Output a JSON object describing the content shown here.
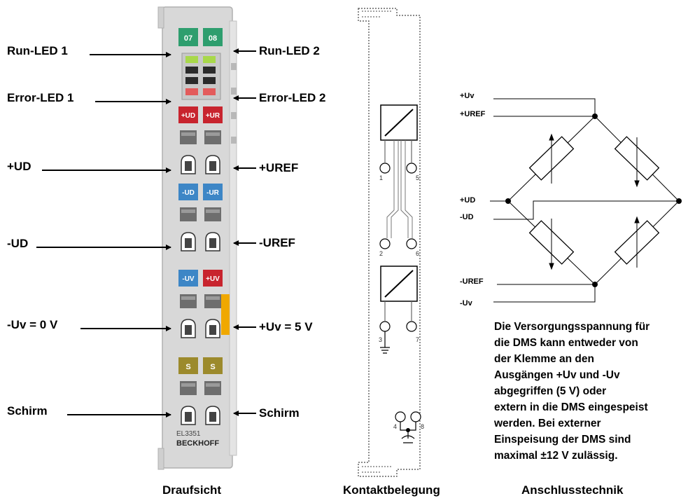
{
  "labels_left": [
    "Run-LED 1",
    "Error-LED 1",
    "+UD",
    "-UD",
    "-Uv = 0 V",
    "Schirm"
  ],
  "labels_right": [
    "Run-LED 2",
    "Error-LED 2",
    "+UREF",
    "-UREF",
    "+Uv = 5 V",
    "Schirm"
  ],
  "terminal": {
    "led_numbers": [
      "07",
      "08"
    ],
    "row1": [
      "+UD",
      "+UR"
    ],
    "row2": [
      "-UD",
      "-UR"
    ],
    "row3": [
      "-UV",
      "+UV"
    ],
    "row4": [
      "S",
      "S"
    ],
    "model": "EL3351",
    "brand": "BECKHOFF"
  },
  "contacts": {
    "pins": [
      "1",
      "5",
      "2",
      "6",
      "3",
      "7",
      "4",
      "8"
    ]
  },
  "bridge_labels": [
    "+Uv",
    "+UREF",
    "+UD",
    "-UD",
    "-UREF",
    "-Uv"
  ],
  "description_lines": [
    "Die Versorgungsspannung für",
    "die DMS kann entweder von",
    "der Klemme an den",
    "Ausgängen +Uv und -Uv",
    "abgegriffen (5 V) oder",
    "extern in die DMS eingespeist",
    "werden. Bei externer",
    "Einspeisung der DMS sind",
    "maximal ±12 V zulässig."
  ],
  "captions": [
    "Draufsicht",
    "Kontaktbelegung",
    "Anschlusstechnik"
  ],
  "colors": {
    "green": "#2e9e6e",
    "red": "#c8242e",
    "blue": "#3d86c6",
    "olive": "#9c8a2c",
    "orange": "#f0a800",
    "housing": "#d6d6d6"
  }
}
